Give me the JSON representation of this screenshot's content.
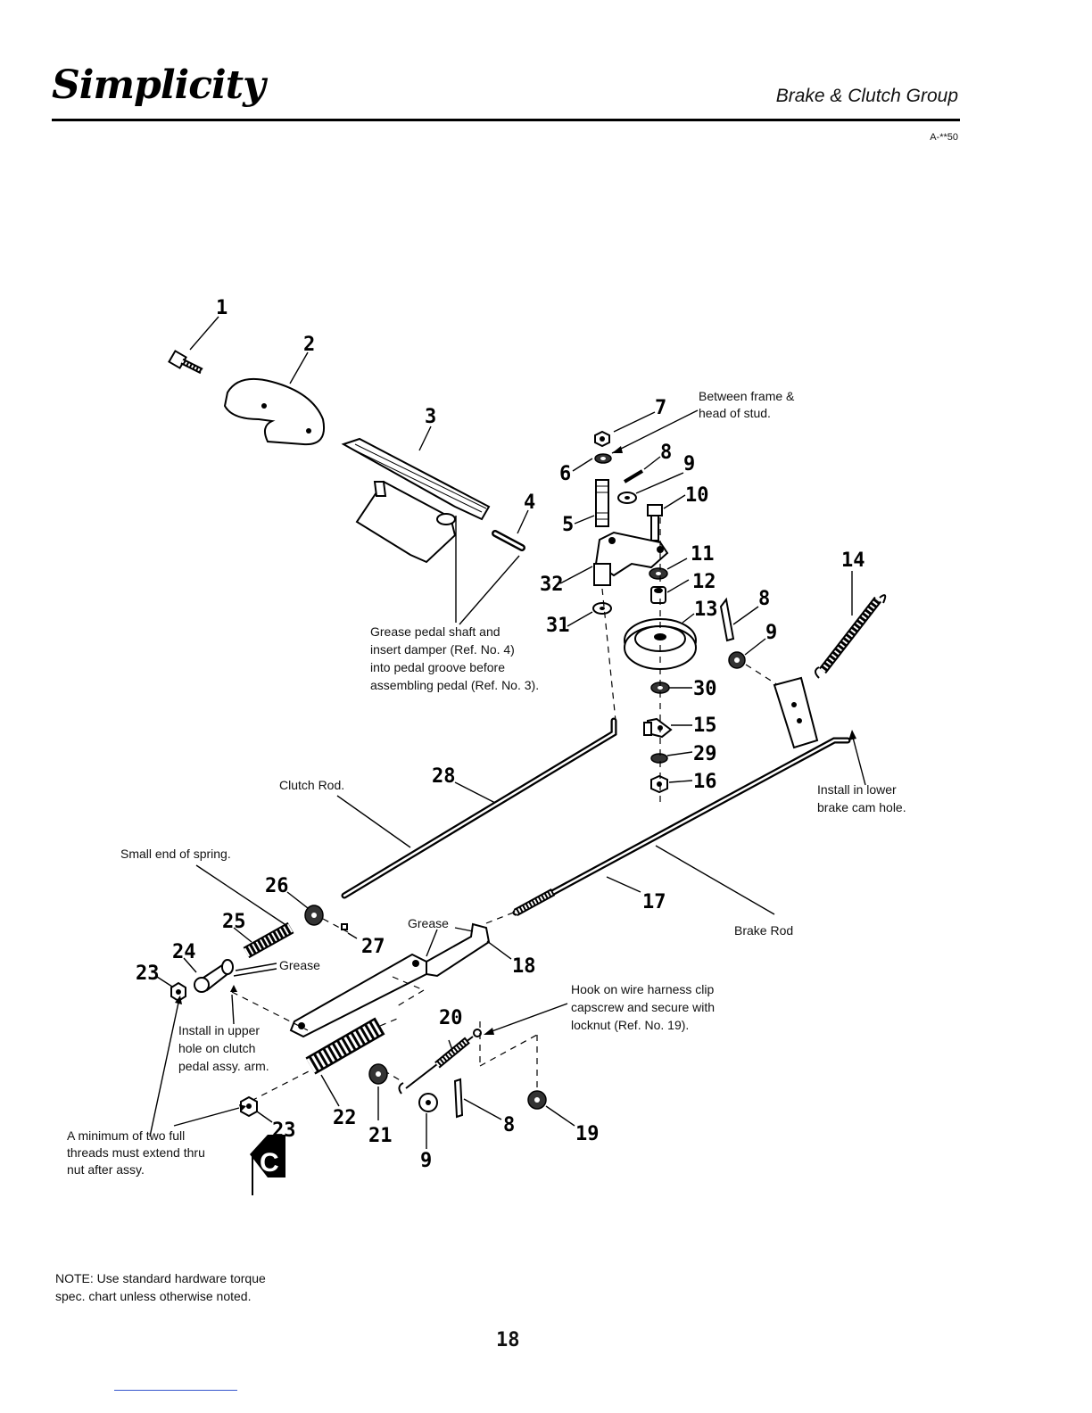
{
  "header": {
    "brand": "Simplicity",
    "section_title": "Brake & Clutch Group",
    "ref_code": "A-**50"
  },
  "labels": [
    {
      "id": "1",
      "text": "1"
    },
    {
      "id": "2",
      "text": "2"
    },
    {
      "id": "3",
      "text": "3"
    },
    {
      "id": "4",
      "text": "4"
    },
    {
      "id": "5",
      "text": "5"
    },
    {
      "id": "6",
      "text": "6"
    },
    {
      "id": "7",
      "text": "7"
    },
    {
      "id": "8a",
      "text": "8"
    },
    {
      "id": "9a",
      "text": "9"
    },
    {
      "id": "10",
      "text": "10"
    },
    {
      "id": "11",
      "text": "11"
    },
    {
      "id": "12",
      "text": "12"
    },
    {
      "id": "13",
      "text": "13"
    },
    {
      "id": "8b",
      "text": "8"
    },
    {
      "id": "9b",
      "text": "9"
    },
    {
      "id": "14",
      "text": "14"
    },
    {
      "id": "32",
      "text": "32"
    },
    {
      "id": "31",
      "text": "31"
    },
    {
      "id": "30",
      "text": "30"
    },
    {
      "id": "15",
      "text": "15"
    },
    {
      "id": "29",
      "text": "29"
    },
    {
      "id": "16",
      "text": "16"
    },
    {
      "id": "28",
      "text": "28"
    },
    {
      "id": "17",
      "text": "17"
    },
    {
      "id": "26",
      "text": "26"
    },
    {
      "id": "25",
      "text": "25"
    },
    {
      "id": "27",
      "text": "27"
    },
    {
      "id": "24",
      "text": "24"
    },
    {
      "id": "23a",
      "text": "23"
    },
    {
      "id": "18",
      "text": "18"
    },
    {
      "id": "20",
      "text": "20"
    },
    {
      "id": "22",
      "text": "22"
    },
    {
      "id": "21",
      "text": "21"
    },
    {
      "id": "23b",
      "text": "23"
    },
    {
      "id": "9c",
      "text": "9"
    },
    {
      "id": "8c",
      "text": "8"
    },
    {
      "id": "19",
      "text": "19"
    }
  ],
  "notes": {
    "between_frame": [
      "Between frame &",
      "head of stud."
    ],
    "grease_pedal": [
      "Grease pedal shaft and",
      "insert damper (Ref. No. 4)",
      "into pedal groove before",
      "assembling pedal (Ref. No. 3)."
    ],
    "install_lower": [
      "Install in lower",
      "brake cam hole."
    ],
    "clutch_rod": "Clutch Rod.",
    "brake_rod": "Brake Rod",
    "small_end": "Small end of spring.",
    "grease_1": "Grease",
    "grease_2": "Grease",
    "install_upper": [
      "Install in upper",
      "hole on clutch",
      "pedal assy. arm."
    ],
    "hook_wire": [
      "Hook on wire harness clip",
      "capscrew and secure with",
      "locknut (Ref. No. 19)."
    ],
    "min_threads": [
      "A minimum of two full",
      "threads must extend thru",
      "nut after assy."
    ]
  },
  "tab_letter": "C",
  "footer": {
    "note": "NOTE: Use standard hardware torque spec. chart unless otherwise noted.",
    "page_number": "18"
  }
}
